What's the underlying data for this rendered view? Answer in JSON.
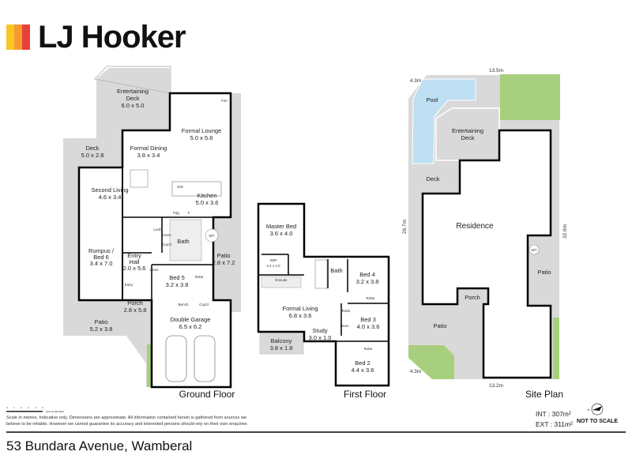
{
  "brand": {
    "name": "LJ Hooker",
    "colors": [
      "#f9c623",
      "#f59a2f",
      "#e8413c"
    ]
  },
  "colors": {
    "grey_area": "#d9d9d9",
    "pool": "#bfe0f3",
    "lawn": "#a8cf7d",
    "wall": "#000000"
  },
  "ground_floor": {
    "title": "Ground Floor",
    "rooms": [
      {
        "name": "Entertaining",
        "name2": "Deck",
        "dims": "6.0 x 5.0"
      },
      {
        "name": "Formal Lounge",
        "dims": "5.0 x 5.6"
      },
      {
        "name": "Deck",
        "dims": "5.0 x 2.8"
      },
      {
        "name": "Formal Dining",
        "dims": "3.8 x 3.4"
      },
      {
        "name": "Second Living",
        "dims": "4.6 x 3.4"
      },
      {
        "name": "Kitchen",
        "dims": "5.0 x 3.6"
      },
      {
        "name": "Rumpus /",
        "name2": "Bed 6",
        "dims": "3.4 x 7.0"
      },
      {
        "name": "Entry",
        "name2": "Hall",
        "dims": "2.0 x 5.6"
      },
      {
        "name": "Bath"
      },
      {
        "name": "Patio",
        "dims": "2.8 x 7.2"
      },
      {
        "name": "Bed 5",
        "dims": "3.2 x 3.8"
      },
      {
        "name": "Porch",
        "dims": "2.8 x 5.8"
      },
      {
        "name": "Patio",
        "dims": "5.2 x 3.8"
      },
      {
        "name": "Double Garage",
        "dims": "6.5 x 6.2"
      }
    ],
    "small_labels": [
      "DW",
      "Fdg",
      "F",
      "Linen",
      "Lndry",
      "Cup'd",
      "Entry",
      "Linen",
      "Robe",
      "Bench",
      "Cup'd",
      "WT",
      "Fire"
    ]
  },
  "first_floor": {
    "title": "First Floor",
    "rooms": [
      {
        "name": "Master Bed",
        "dims": "3.6 x 4.0"
      },
      {
        "name": "WIR",
        "dims": "2.4 x 2.0"
      },
      {
        "name": "Ensuite"
      },
      {
        "name": "Bath"
      },
      {
        "name": "Bed 4",
        "dims": "3.2 x 3.8"
      },
      {
        "name": "Formal Living",
        "dims": "6.8 x 3.6"
      },
      {
        "name": "Bed 3",
        "dims": "4.0 x 3.6"
      },
      {
        "name": "Study",
        "dims": "3.0 x 1.0"
      },
      {
        "name": "Balcony",
        "dims": "3.8 x 1.8"
      },
      {
        "name": "Bed 2",
        "dims": "4.4 x 3.6"
      }
    ],
    "small_labels": [
      "Robe",
      "Robe",
      "Robe",
      "Linen"
    ]
  },
  "site_plan": {
    "title": "Site Plan",
    "labels": [
      "Pool",
      "Entertaining",
      "Deck",
      "Deck",
      "Residence",
      "Patio",
      "Porch",
      "Patio",
      "WT"
    ],
    "dimensions": {
      "top": "13.5m",
      "top_left": "4.3m",
      "left": "26.7m",
      "right": "32.9m",
      "bottom_left": "4.3m",
      "bottom": "13.2m"
    }
  },
  "scale_bar": {
    "ticks": [
      "0",
      "1",
      "2",
      "3",
      "4",
      "5"
    ],
    "unit": "SCALE METRES"
  },
  "disclaimer": {
    "line1": "Scale in metres. Indicative only. Dimensions are approximate. All information contained herein is gathered from sources we",
    "line2": "believe to be reliable. However we cannot guarantee its accuracy and interested persons should rely on their own enquiries"
  },
  "area": {
    "internal": "INT : 307m²",
    "external": "EXT : 311m²",
    "not_to_scale": "NOT TO SCALE"
  },
  "compass": {
    "label": "N",
    "icon": "north-arrow-icon"
  },
  "address": "53 Bundara Avenue, Wamberal"
}
